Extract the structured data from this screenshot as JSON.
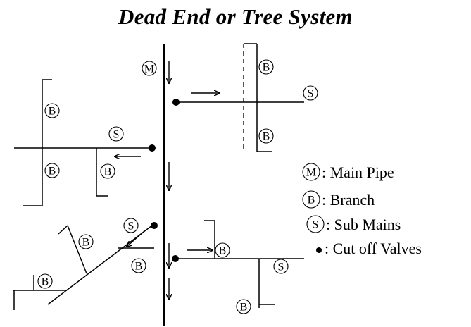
{
  "title": "Dead End or Tree System",
  "symbols": {
    "main": "M",
    "branch": "B",
    "sub_main": "S"
  },
  "legend": [
    {
      "symbol": "M",
      "text": ": Main Pipe"
    },
    {
      "symbol": "B",
      "text": ": Branch"
    },
    {
      "symbol": "S",
      "text": ": Sub Mains"
    },
    {
      "symbol": "dot",
      "text": ": Cut off Valves"
    }
  ]
}
